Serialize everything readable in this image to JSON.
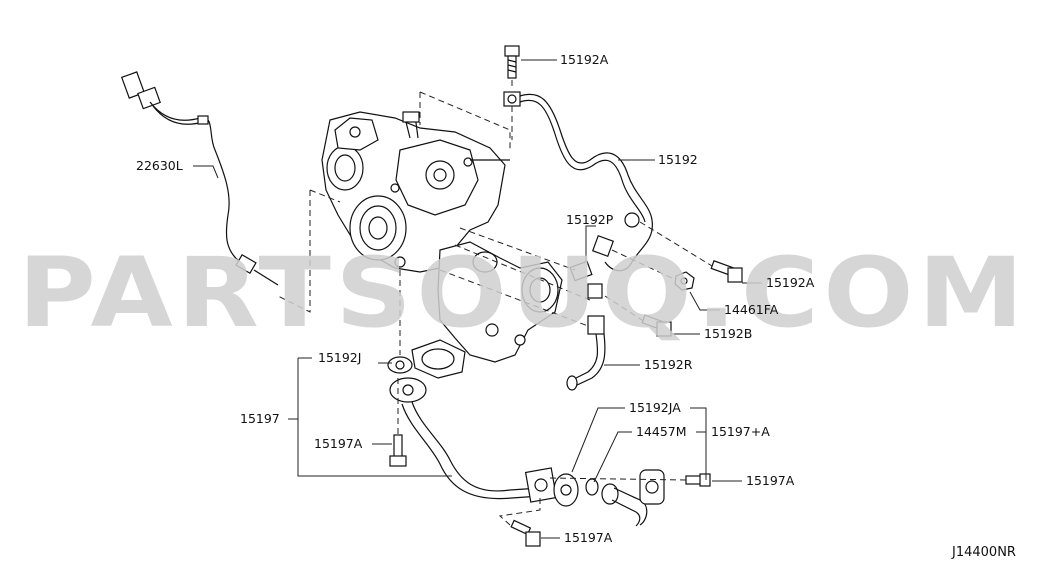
{
  "watermark": "PARTSOUQ.COM",
  "diagram_ref": "J14400NR",
  "callouts": [
    {
      "id": "bolt-top",
      "label": "15192A"
    },
    {
      "id": "sensor",
      "label": "22630L"
    },
    {
      "id": "oil-feed-pipe",
      "label": "15192"
    },
    {
      "id": "fitting-p",
      "label": "15192P"
    },
    {
      "id": "bolt-right",
      "label": "15192A"
    },
    {
      "id": "nut",
      "label": "14461FA"
    },
    {
      "id": "bolt-b",
      "label": "15192B"
    },
    {
      "id": "return-hose",
      "label": "15192R"
    },
    {
      "id": "gasket-j",
      "label": "15192J"
    },
    {
      "id": "return-pipe-assy",
      "label": "15197"
    },
    {
      "id": "bolt-a-left",
      "label": "15197A"
    },
    {
      "id": "gasket-ja",
      "label": "15192JA"
    },
    {
      "id": "oring",
      "label": "14457M"
    },
    {
      "id": "pipe-plus-a",
      "label": "15197+A"
    },
    {
      "id": "bolt-a-right",
      "label": "15197A"
    },
    {
      "id": "bolt-a-bottom",
      "label": "15197A"
    }
  ]
}
